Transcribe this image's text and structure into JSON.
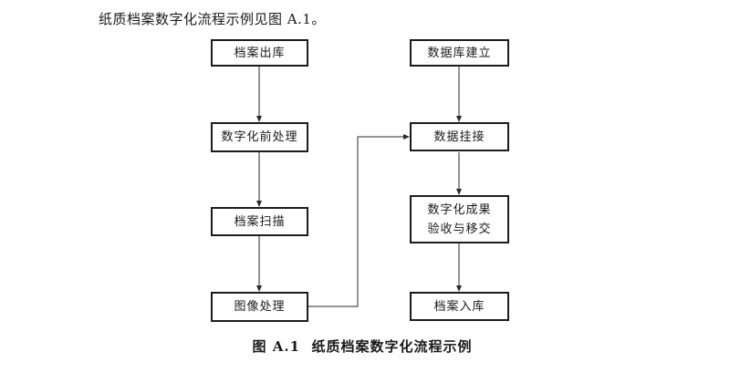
{
  "page": {
    "intro_text": "纸质档案数字化流程示例见图 A.1。",
    "caption": "图 A.1  纸质档案数字化流程示例"
  },
  "flowchart": {
    "left_column": [
      {
        "label": "档案出库"
      },
      {
        "label": "数字化前处理"
      },
      {
        "label": "档案扫描"
      },
      {
        "label": "图像处理"
      }
    ],
    "right_column": [
      {
        "label": "数据库建立"
      },
      {
        "label": "数据挂接"
      },
      {
        "label": "数字化成果\n验收与移交"
      },
      {
        "label": "档案入库"
      }
    ],
    "colors": {
      "box_border": "#1c1c1c",
      "connector_line": "#2b2b2b",
      "background": "#fefefe",
      "text": "#1a1a1a"
    }
  }
}
